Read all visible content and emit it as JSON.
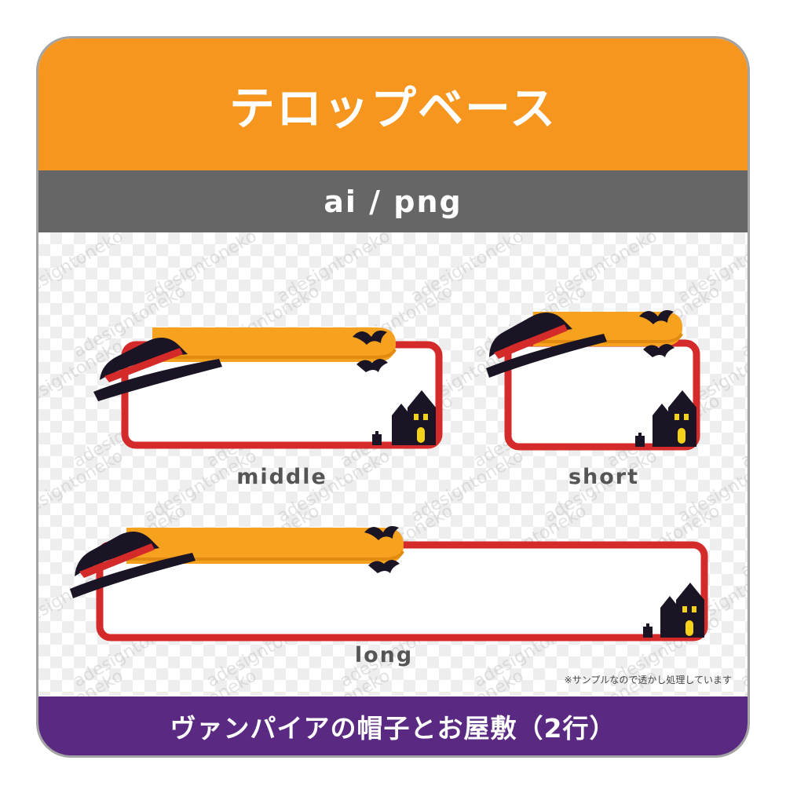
{
  "header": {
    "title": "テロップベース"
  },
  "subbar": {
    "formats": "ai / png"
  },
  "watermark": {
    "text": "adesigntoneko"
  },
  "samples": [
    {
      "label": "middle"
    },
    {
      "label": "short"
    },
    {
      "label": "long"
    }
  ],
  "note": "※サンプルなので透かし処理しています",
  "footer": {
    "title": "ヴァンパイアの帽子とお屋敷（2行）"
  },
  "colors": {
    "header": "#f7961f",
    "subbar": "#666666",
    "footer": "#5a2a82",
    "frame": "#d42a2a",
    "tab": "#f7a21f"
  }
}
